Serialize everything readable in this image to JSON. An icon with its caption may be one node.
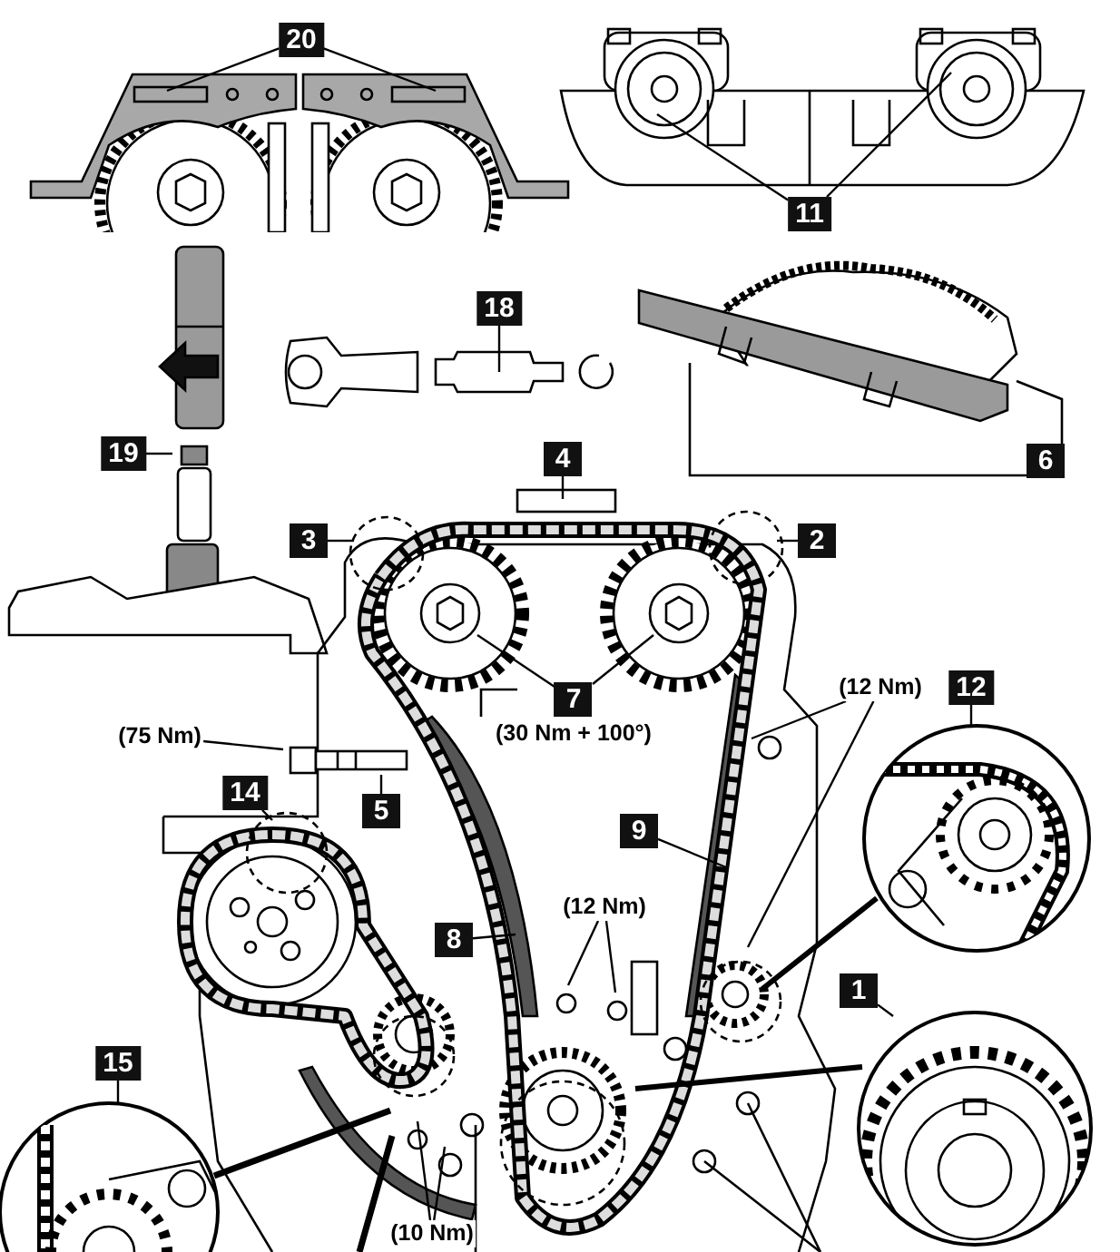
{
  "diagram": {
    "nodes": [
      {
        "text": [
          "20"
        ]
      },
      {
        "text": [
          "11"
        ]
      },
      {
        "text": [
          "18"
        ]
      },
      {
        "text": [
          "6"
        ]
      },
      {
        "text": [
          "19"
        ]
      },
      {
        "text": [
          "4"
        ]
      },
      {
        "text": [
          "3"
        ]
      },
      {
        "text": [
          "2"
        ]
      },
      {
        "text": [
          "7"
        ],
        "beside": [
          "(30 Nm + 100°)"
        ]
      },
      {
        "text": [
          "(12 Nm)"
        ]
      },
      {
        "text": [
          "12"
        ]
      },
      {
        "text": [
          "(75 Nm)"
        ]
      },
      {
        "text": [
          "5"
        ]
      },
      {
        "text": [
          "14"
        ]
      },
      {
        "text": [
          "9"
        ]
      },
      {
        "text": [
          "(12 Nm)"
        ]
      },
      {
        "text": [
          "8"
        ]
      },
      {
        "text": [
          "1"
        ]
      },
      {
        "text": [
          "15"
        ]
      },
      {
        "text": [
          "(10 Nm)"
        ]
      }
    ],
    "edges": [
      {
        "from": 0,
        "to": null,
        "arrow": "none"
      },
      {
        "from": 0,
        "to": null,
        "arrow": "none"
      },
      {
        "from": 1,
        "to": null,
        "arrow": "none"
      },
      {
        "from": 1,
        "to": null,
        "arrow": "none"
      },
      {
        "from": 2,
        "to": null,
        "arrow": "none"
      },
      {
        "from": 4,
        "to": null,
        "arrow": "none"
      },
      {
        "from": 5,
        "to": null,
        "arrow": "none"
      },
      {
        "from": 6,
        "to": null,
        "arrow": "none"
      },
      {
        "from": 7,
        "to": null,
        "arrow": "none"
      },
      {
        "from": 8,
        "to": null,
        "arrow": "none"
      },
      {
        "from": 8,
        "to": null,
        "arrow": "none"
      },
      {
        "from": 9,
        "to": null,
        "arrow": "none"
      },
      {
        "from": 9,
        "to": null,
        "arrow": "none"
      },
      {
        "from": 10,
        "to": null,
        "arrow": "none"
      },
      {
        "from": 11,
        "to": null,
        "arrow": "none"
      },
      {
        "from": 12,
        "to": null,
        "arrow": "none"
      },
      {
        "from": 13,
        "to": null,
        "arrow": "none"
      },
      {
        "from": 14,
        "to": null,
        "arrow": "none"
      },
      {
        "from": 15,
        "to": null,
        "arrow": "none"
      },
      {
        "from": 15,
        "to": null,
        "arrow": "none"
      },
      {
        "from": 16,
        "to": null,
        "arrow": "none"
      },
      {
        "from": 17,
        "to": null,
        "arrow": "none"
      },
      {
        "from": 18,
        "to": null,
        "arrow": "none"
      },
      {
        "from": 19,
        "to": null,
        "arrow": "none"
      },
      {
        "from": 19,
        "to": null,
        "arrow": "none"
      }
    ]
  }
}
